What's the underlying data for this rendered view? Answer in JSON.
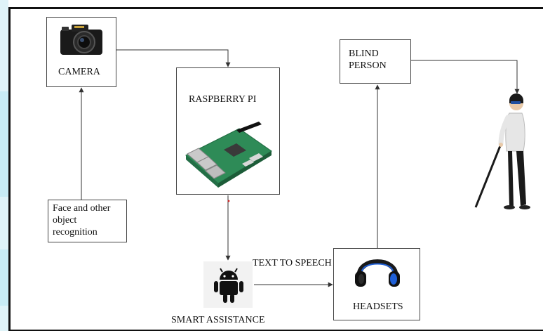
{
  "nodes": {
    "camera": {
      "label": "CAMERA"
    },
    "raspberry_pi": {
      "label": "RASPBERRY PI"
    },
    "blind_person": {
      "label": "BLIND\nPERSON"
    },
    "recognition": {
      "label": "Face and other\nobject\nrecognition"
    },
    "smart_assistance": {
      "label": "SMART ASSISTANCE"
    },
    "headsets": {
      "label": "HEADSETS"
    }
  },
  "edges": {
    "tts": {
      "label": "TEXT TO SPEECH"
    }
  },
  "colors": {
    "line": "#333333",
    "border": "#444444",
    "pi_board": "#2e8b57",
    "headset_accent": "#1f5fd6",
    "android": "#111111"
  },
  "icons": [
    "camera-icon",
    "raspberry-pi-board-icon",
    "android-icon",
    "headphones-icon",
    "blind-person-figure"
  ]
}
